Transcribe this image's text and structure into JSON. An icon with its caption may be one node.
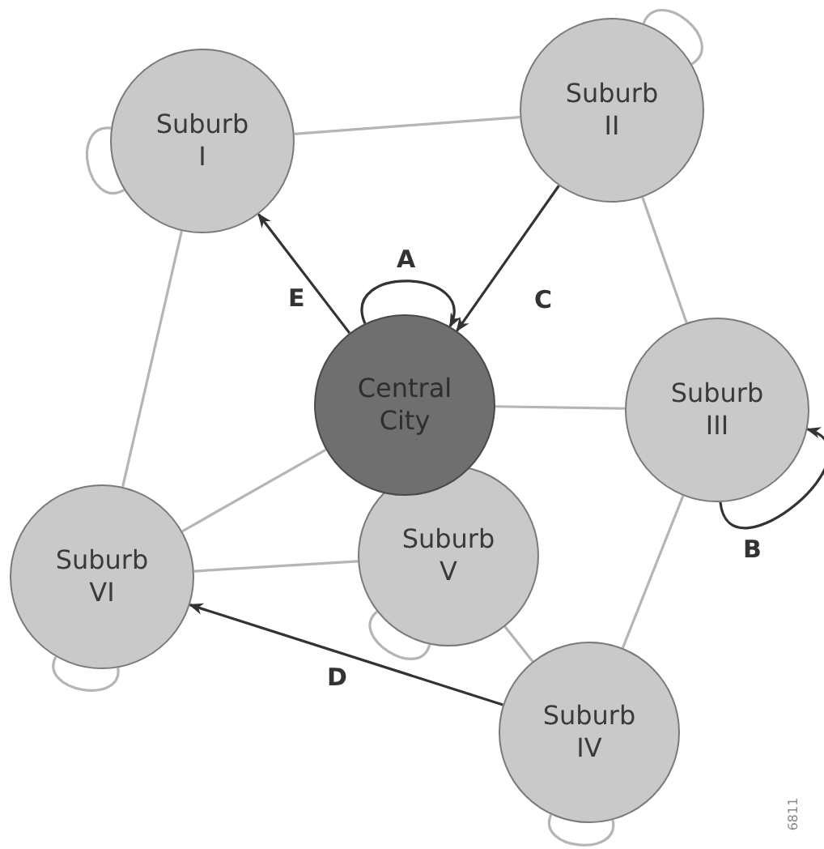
{
  "diagram": {
    "nodes": [
      {
        "text": [
          "Suburb I"
        ]
      },
      {
        "text": [
          "Suburb II"
        ]
      },
      {
        "text": [
          "Central City"
        ]
      },
      {
        "text": [
          "Suburb III"
        ]
      },
      {
        "text": [
          "Suburb V"
        ]
      },
      {
        "text": [
          "Suburb VI"
        ]
      },
      {
        "text": [
          "Suburb IV"
        ]
      }
    ],
    "edges": [
      {
        "from": 0,
        "to": 1,
        "arrow": "none"
      },
      {
        "from": 0,
        "to": 5,
        "arrow": "none"
      },
      {
        "from": 1,
        "to": 3,
        "arrow": "none"
      },
      {
        "from": 2,
        "to": 3,
        "arrow": "none"
      },
      {
        "from": 2,
        "to": 5,
        "arrow": "none"
      },
      {
        "from": 5,
        "to": 4,
        "arrow": "none"
      },
      {
        "from": 4,
        "to": 6,
        "arrow": "none"
      },
      {
        "from": 3,
        "to": 6,
        "arrow": "none"
      },
      {
        "from": 2,
        "to": 0,
        "arrow": "to",
        "label": "E",
        "color": "#333333"
      },
      {
        "from": 1,
        "to": 2,
        "arrow": "to",
        "label": "C",
        "color": "#333333"
      },
      {
        "from": 2,
        "to": 2,
        "arrow": "to",
        "label": "A",
        "color": "#333333"
      },
      {
        "from": 3,
        "to": 3,
        "arrow": "to",
        "label": "B",
        "color": "#333333"
      },
      {
        "from": 6,
        "to": 5,
        "arrow": "to",
        "label": "D",
        "color": "#333333"
      },
      {
        "from": 0,
        "to": 0,
        "arrow": "none"
      },
      {
        "from": 1,
        "to": 1,
        "arrow": "none"
      },
      {
        "from": 4,
        "to": 4,
        "arrow": "none"
      },
      {
        "from": 5,
        "to": 5,
        "arrow": "none"
      },
      {
        "from": 6,
        "to": 6,
        "arrow": "none"
      }
    ],
    "labels": [
      "6811"
    ]
  }
}
